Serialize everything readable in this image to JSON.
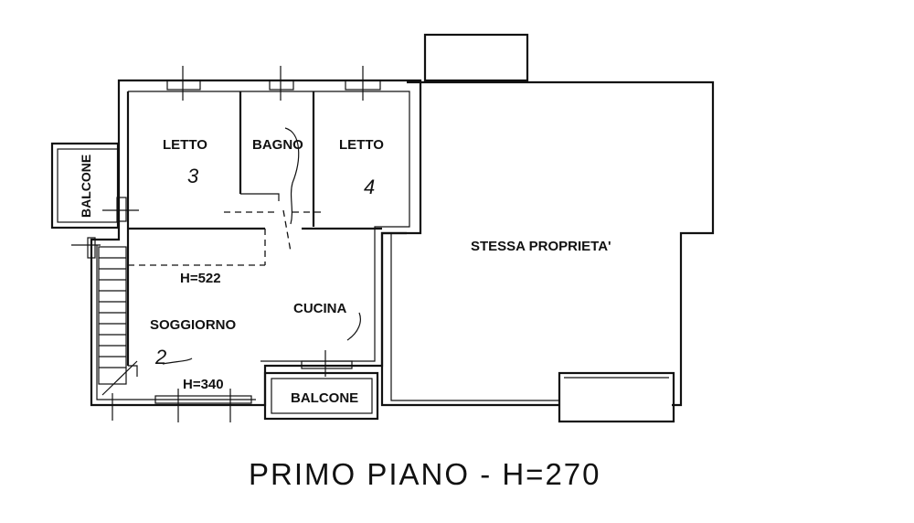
{
  "title": "PRIMO PIANO - H=270",
  "rooms": {
    "letto_3": "LETTO",
    "bagno": "BAGNO",
    "letto_4": "LETTO",
    "balcone_left": "BALCONE",
    "stessa_proprieta": "STESSA PROPRIETA'",
    "soggiorno": "SOGGIORNO",
    "cucina": "CUCINA",
    "balcone_bottom": "BALCONE"
  },
  "heights": {
    "h522": "H=522",
    "h340": "H=340"
  },
  "handwritten": {
    "n3": "3",
    "n4": "4",
    "n2": "2"
  }
}
